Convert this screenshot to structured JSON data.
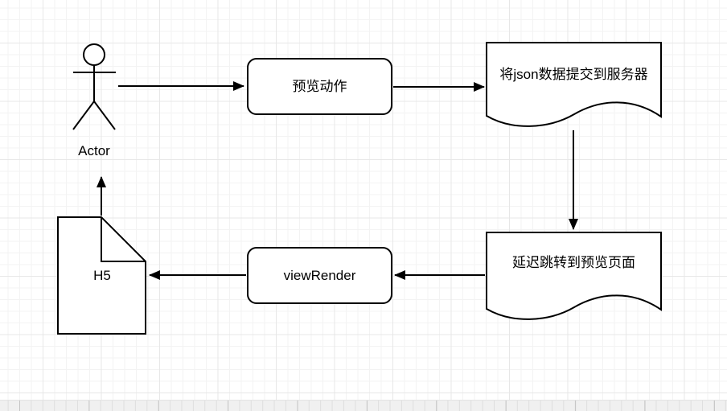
{
  "diagram": {
    "nodes": {
      "actor": {
        "label": "Actor",
        "shape": "actor-stick-figure"
      },
      "preview_action": {
        "label": "预览动作",
        "shape": "rounded-rectangle"
      },
      "submit_json": {
        "label": "将json数据提交到服务器",
        "shape": "document-wave"
      },
      "delay_redirect": {
        "label": "延迟跳转到预览页面",
        "shape": "document-wave"
      },
      "view_render": {
        "label": "viewRender",
        "shape": "rounded-rectangle"
      },
      "h5_page": {
        "label": "H5",
        "shape": "folded-corner-page"
      }
    },
    "edges": [
      {
        "from": "actor",
        "to": "preview_action",
        "direction": "right"
      },
      {
        "from": "preview_action",
        "to": "submit_json",
        "direction": "right"
      },
      {
        "from": "submit_json",
        "to": "delay_redirect",
        "direction": "down"
      },
      {
        "from": "delay_redirect",
        "to": "view_render",
        "direction": "left"
      },
      {
        "from": "view_render",
        "to": "h5_page",
        "direction": "left"
      },
      {
        "from": "h5_page",
        "to": "actor",
        "direction": "up"
      }
    ],
    "colors": {
      "stroke": "#000000",
      "node_fill": "#ffffff",
      "canvas_background": "#ffffff",
      "grid_minor": "#f3f3f3",
      "grid_major": "#e7e7e7",
      "ruler_background": "#f0f0f0"
    }
  }
}
